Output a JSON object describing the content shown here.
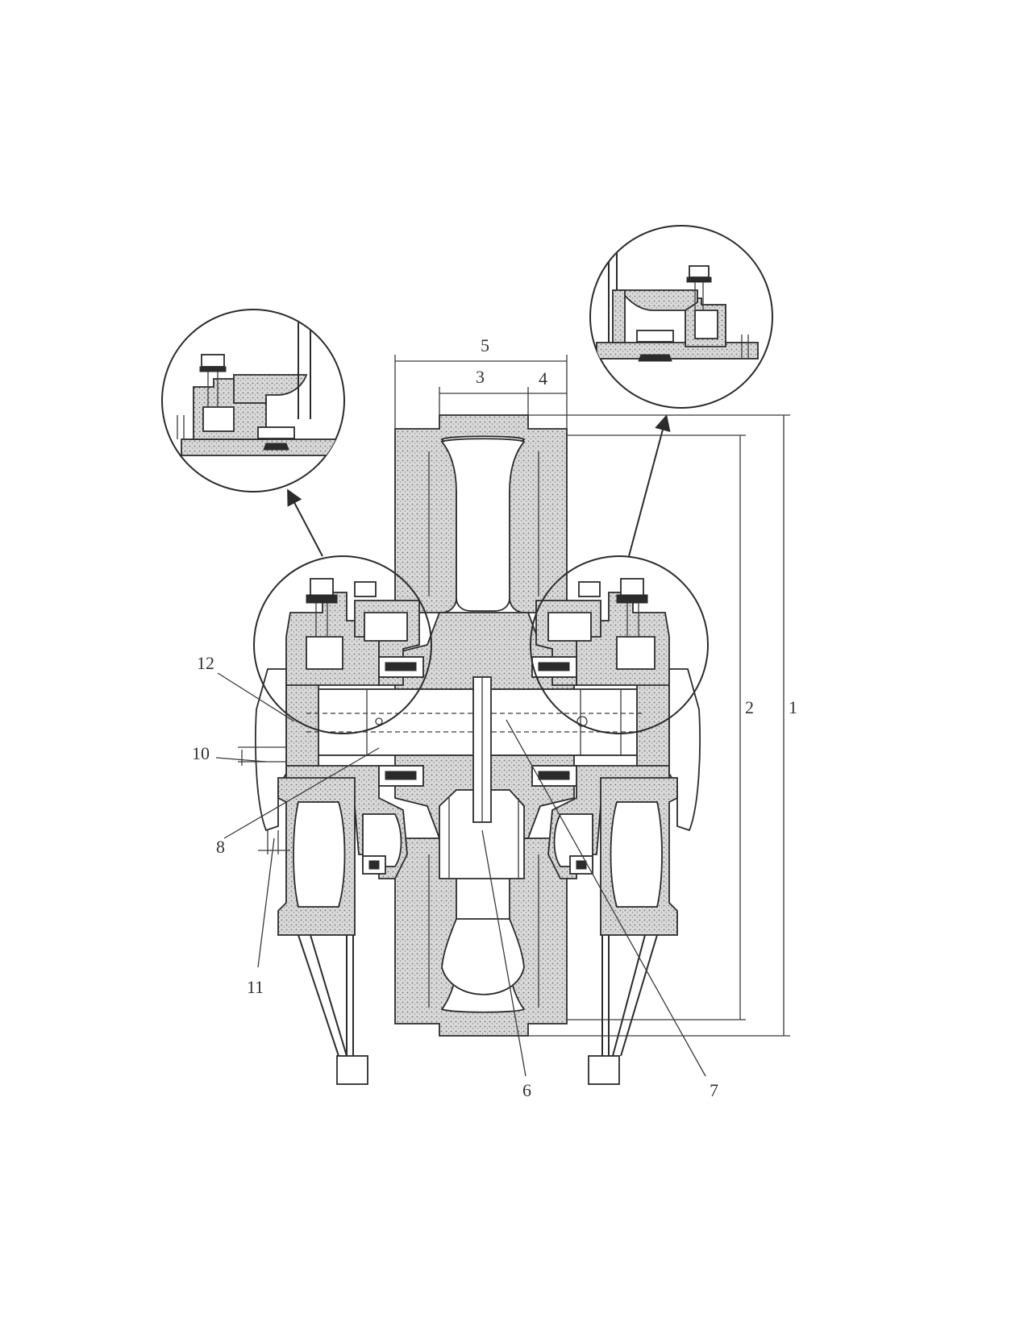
{
  "figure": {
    "labels": {
      "l1": "1",
      "l2": "2",
      "l3": "3",
      "l4": "4",
      "l5": "5",
      "l6": "6",
      "l7": "7",
      "l8": "8",
      "l10": "10",
      "l11": "11",
      "l12": "12"
    }
  }
}
